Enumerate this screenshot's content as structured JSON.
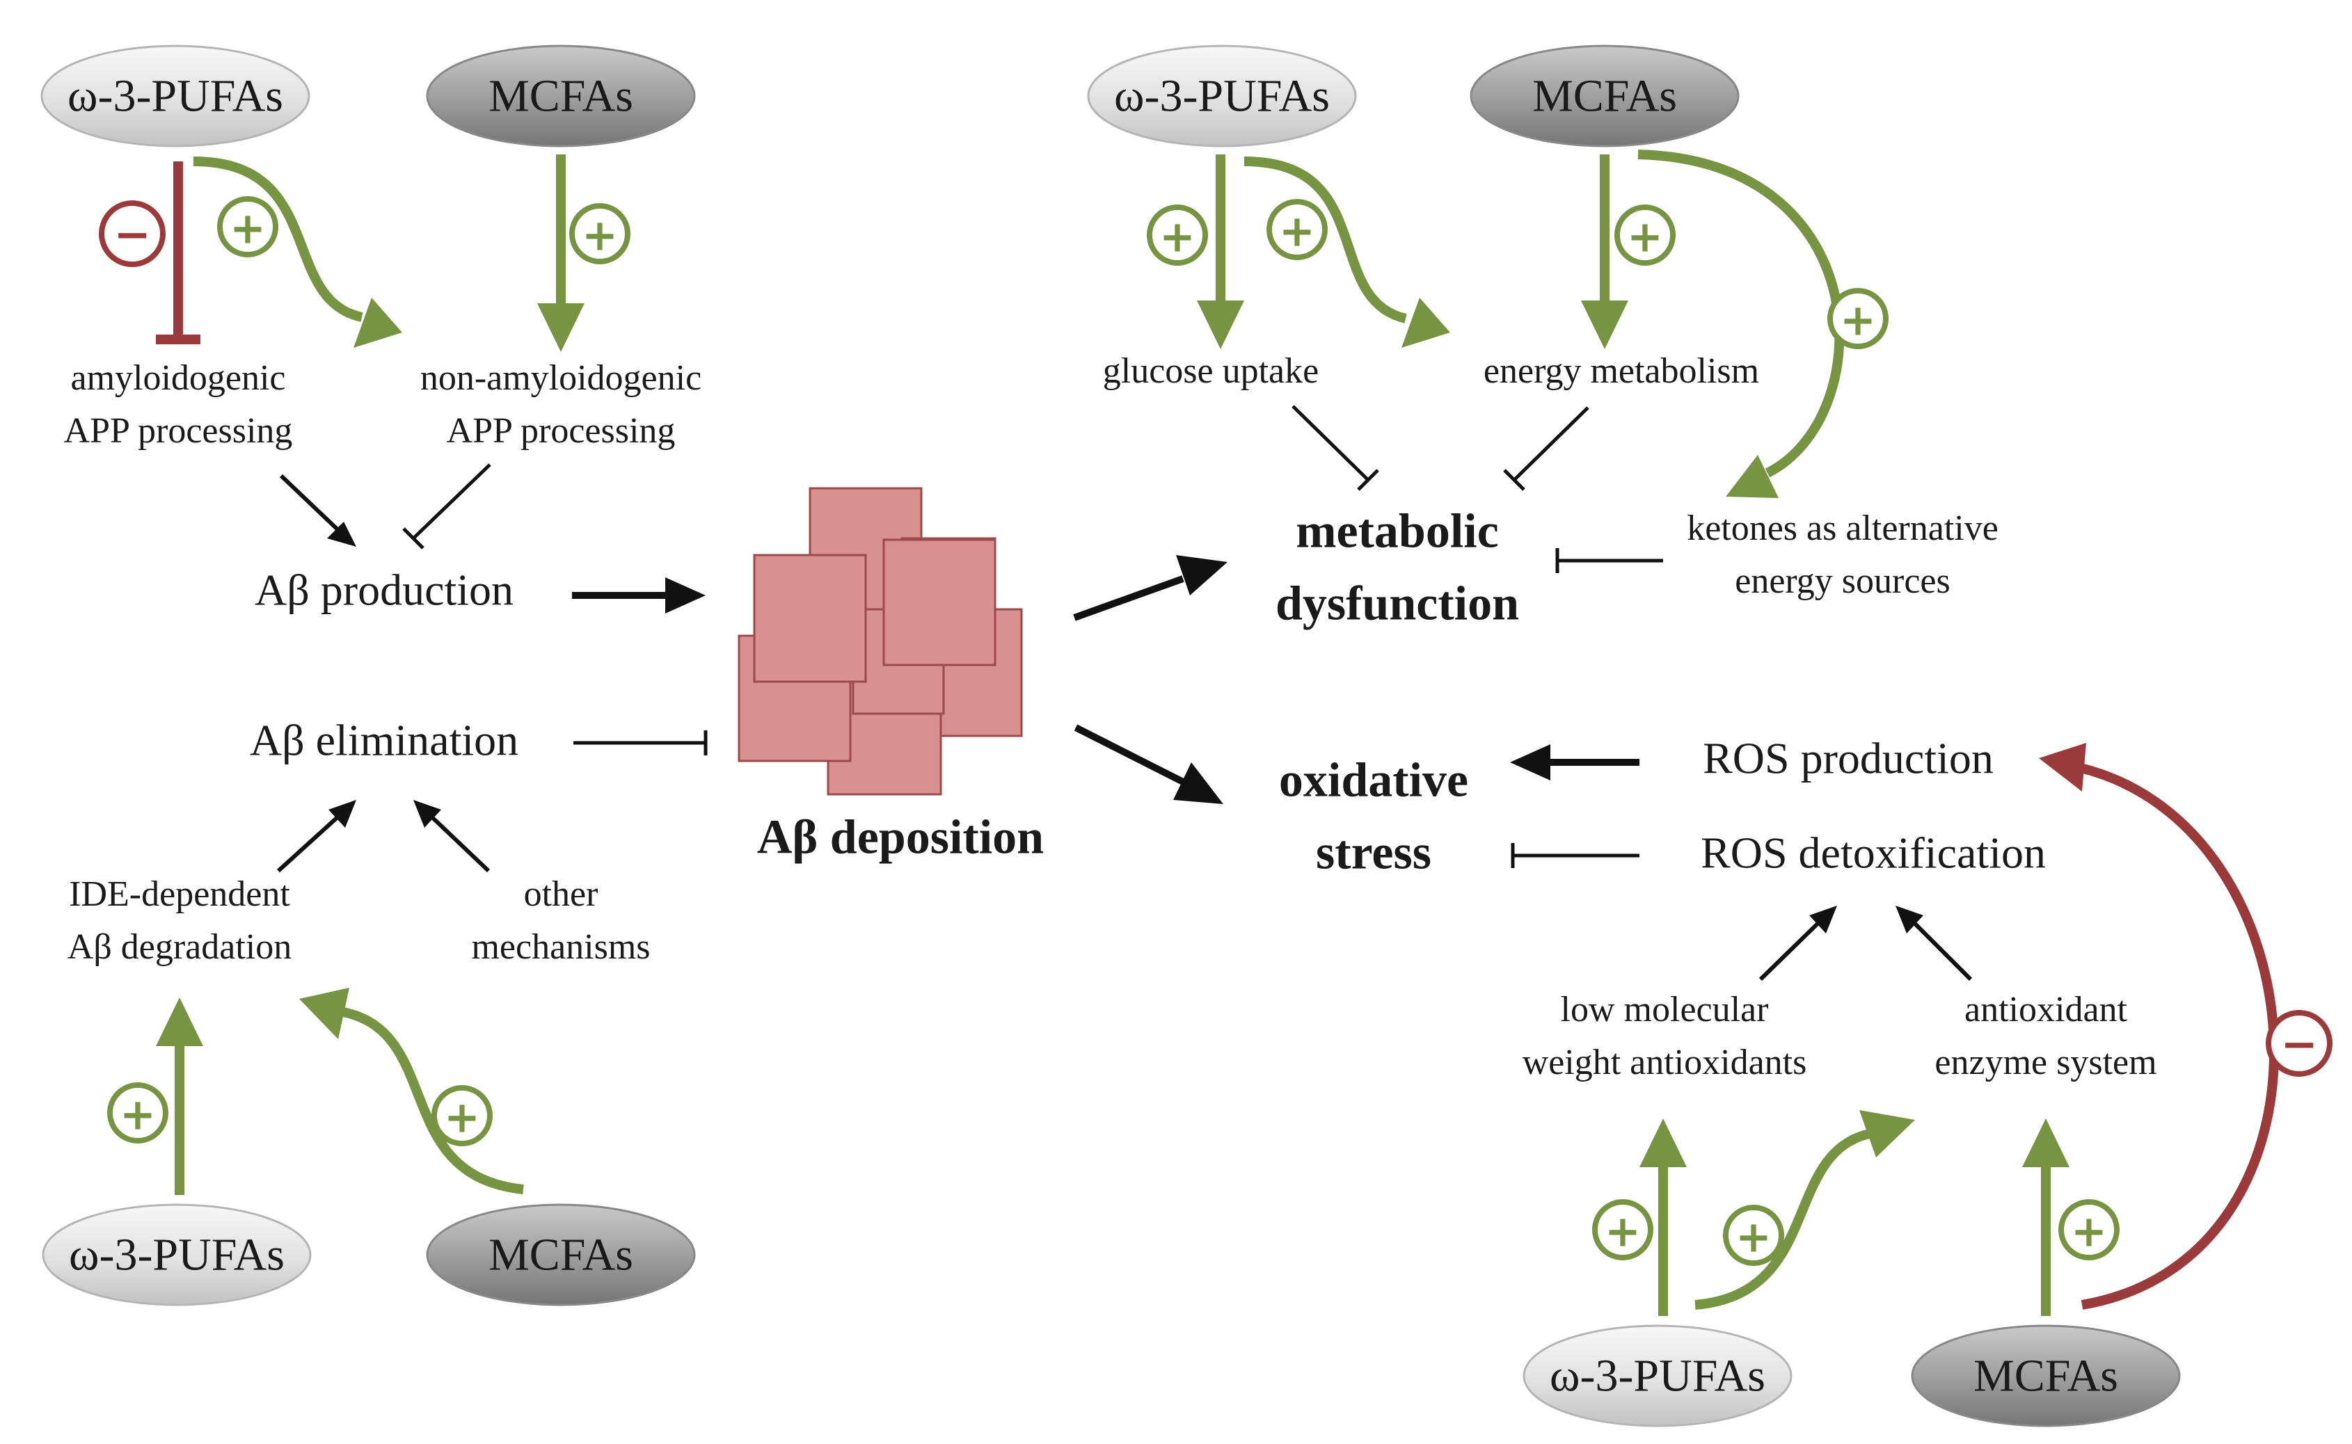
{
  "colors": {
    "promote": "#779442",
    "inhibit": "#9b3a3a",
    "arrow": "#111111",
    "deposit_fill": "#d99090",
    "deposit_stroke": "#9a4a4a",
    "pill_light": "#e6e6e6",
    "pill_dark": "#9a9a9a"
  },
  "sources": {
    "pufa": "ω-3-PUFAs",
    "mcfa": "MCFAs"
  },
  "signs": {
    "plus": "+",
    "minus": "−"
  },
  "amyloid": {
    "amyloidogenic": [
      "amyloidogenic",
      "APP processing"
    ],
    "non_amyloidogenic": [
      "non-amyloidogenic",
      "APP processing"
    ],
    "production": "Aβ production",
    "elimination": "Aβ elimination",
    "ide": [
      "IDE-dependent",
      "Aβ degradation"
    ],
    "other": [
      "other",
      "mechanisms"
    ],
    "deposition": "Aβ deposition"
  },
  "metabolic": {
    "glucose": "glucose uptake",
    "energy": "energy metabolism",
    "ketones": [
      "ketones as alternative",
      "energy sources"
    ],
    "dysfunction": [
      "metabolic",
      "dysfunction"
    ]
  },
  "oxidative": {
    "ros_production": "ROS production",
    "ros_detox": "ROS detoxification",
    "stress": [
      "oxidative",
      "stress"
    ],
    "low_mw": [
      "low molecular",
      "weight antioxidants"
    ],
    "enzyme": [
      "antioxidant",
      "enzyme system"
    ]
  }
}
